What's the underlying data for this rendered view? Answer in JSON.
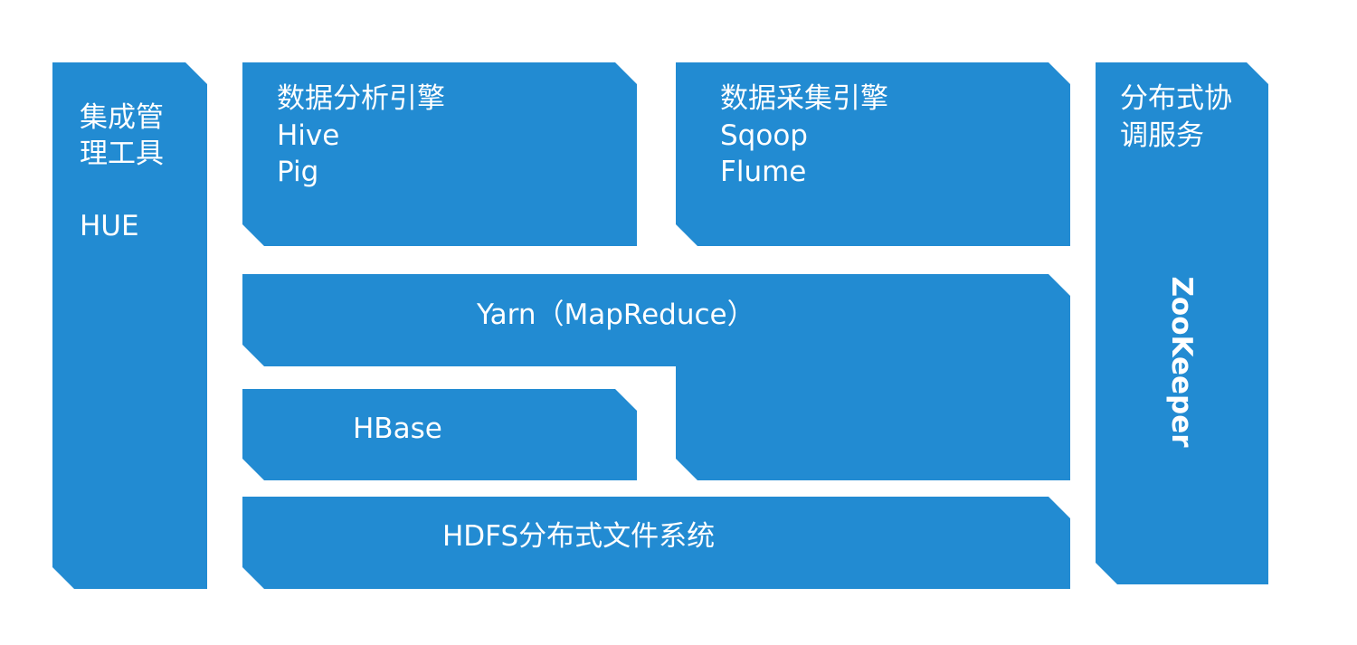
{
  "colors": {
    "block": "#228bd2",
    "text": "#ffffff",
    "background": "#ffffff"
  },
  "hue": {
    "title_line1": "集成管",
    "title_line2": "理工具",
    "name": "HUE"
  },
  "analysis": {
    "title": "数据分析引擎",
    "item1": "Hive",
    "item2": "Pig"
  },
  "collection": {
    "title": "数据采集引擎",
    "item1": "Sqoop",
    "item2": "Flume"
  },
  "coordination": {
    "title_line1": "分布式协",
    "title_line2": "调服务",
    "name": "ZooKeeper"
  },
  "yarn": {
    "label": "Yarn（MapReduce）"
  },
  "hbase": {
    "label": "HBase"
  },
  "hdfs": {
    "label": "HDFS分布式文件系统"
  }
}
